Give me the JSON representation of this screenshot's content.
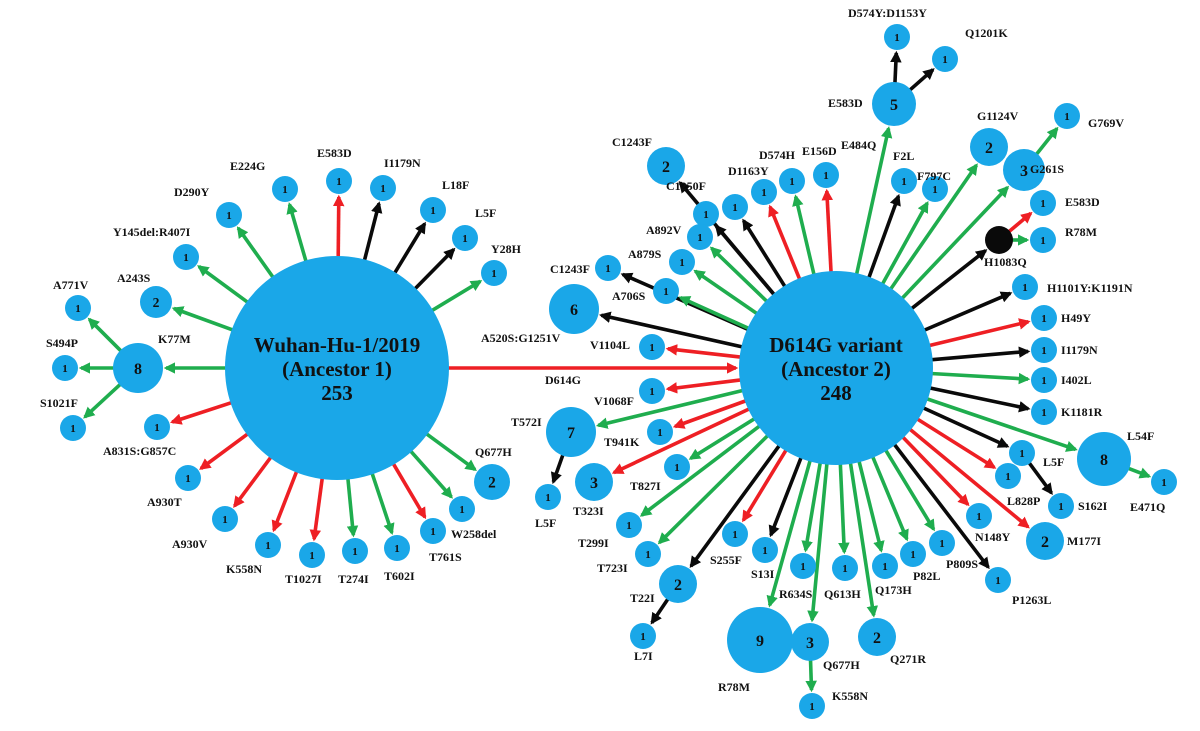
{
  "colors": {
    "node": "#1aa7e8",
    "red": "#ee1f24",
    "green": "#1fad4e",
    "black": "#0a0a0a",
    "hub_text": "#111111"
  },
  "hubs": [
    {
      "id": "W",
      "lines": [
        "Wuhan-Hu-1/2019",
        "(Ancestor 1)",
        "253"
      ]
    },
    {
      "id": "D",
      "lines": [
        "D614G variant",
        "(Ancestor 2)",
        "248"
      ]
    }
  ],
  "nodes": [
    {
      "id": "n_a243s",
      "count": "2",
      "label": "A243S"
    },
    {
      "id": "n_y145",
      "count": "1",
      "label": "Y145del:R407I"
    },
    {
      "id": "n_d290y",
      "count": "1",
      "label": "D290Y"
    },
    {
      "id": "n_e224g",
      "count": "1",
      "label": "E224G"
    },
    {
      "id": "n_e583d_w",
      "count": "1",
      "label": "E583D"
    },
    {
      "id": "n_i1179n_w",
      "count": "1",
      "label": "I1179N"
    },
    {
      "id": "n_l18f",
      "count": "1",
      "label": "L18F"
    },
    {
      "id": "n_l5f_w",
      "count": "1",
      "label": "L5F"
    },
    {
      "id": "n_y28h",
      "count": "1",
      "label": "Y28H"
    },
    {
      "id": "n_k77m",
      "count": "8",
      "label": "K77M"
    },
    {
      "id": "n_a771v",
      "count": "1",
      "label": "A771V"
    },
    {
      "id": "n_s494p",
      "count": "1",
      "label": "S494P"
    },
    {
      "id": "n_s1021f",
      "count": "1",
      "label": "S1021F"
    },
    {
      "id": "n_a831s",
      "count": "1",
      "label": "A831S:G857C"
    },
    {
      "id": "n_a930t",
      "count": "1",
      "label": "A930T"
    },
    {
      "id": "n_a930v",
      "count": "1",
      "label": "A930V"
    },
    {
      "id": "n_k558n_w",
      "count": "1",
      "label": "K558N"
    },
    {
      "id": "n_t1027i",
      "count": "1",
      "label": "T1027I"
    },
    {
      "id": "n_t274i",
      "count": "1",
      "label": "T274I"
    },
    {
      "id": "n_t602i",
      "count": "1",
      "label": "T602I"
    },
    {
      "id": "n_t761s",
      "count": "1",
      "label": "T761S"
    },
    {
      "id": "n_w258del",
      "count": "1",
      "label": "W258del"
    },
    {
      "id": "n_q677h_w",
      "count": "2",
      "label": "Q677H"
    },
    {
      "id": "n_c1243f_top",
      "count": "2",
      "label": "C1243F"
    },
    {
      "id": "n_c1250f",
      "count": "1",
      "label": "C1250F"
    },
    {
      "id": "n_d1163y",
      "count": "1",
      "label": "D1163Y"
    },
    {
      "id": "n_d574h",
      "count": "1",
      "label": "D574H"
    },
    {
      "id": "n_e156d",
      "count": "1",
      "label": "E156D"
    },
    {
      "id": "n_e484q",
      "count": "1",
      "label": "E484Q"
    },
    {
      "id": "n_e583d_5",
      "count": "5",
      "label": "E583D"
    },
    {
      "id": "n_d574y",
      "count": "1",
      "label": "D574Y:D1153Y"
    },
    {
      "id": "n_q1201k",
      "count": "1",
      "label": "Q1201K"
    },
    {
      "id": "n_f2l",
      "count": "1",
      "label": "F2L"
    },
    {
      "id": "n_f797c",
      "count": "1",
      "label": "F797C"
    },
    {
      "id": "n_g1124v",
      "count": "2",
      "label": "G1124V"
    },
    {
      "id": "n_g261s",
      "count": "3",
      "label": "G261S"
    },
    {
      "id": "n_g769v",
      "count": "1",
      "label": "G769V"
    },
    {
      "id": "n_h1083q",
      "count": "",
      "label": "H1083Q"
    },
    {
      "id": "n_e583d_b",
      "count": "1",
      "label": "E583D"
    },
    {
      "id": "n_r78m_b",
      "count": "1",
      "label": "R78M"
    },
    {
      "id": "n_a892v",
      "count": "1",
      "label": "A892V"
    },
    {
      "id": "n_a879s",
      "count": "1",
      "label": "A879S"
    },
    {
      "id": "n_c1243f_mid",
      "count": "1",
      "label": "C1243F"
    },
    {
      "id": "n_a706s",
      "count": "1",
      "label": "A706S"
    },
    {
      "id": "n_a520s",
      "count": "6",
      "label": "A520S:G1251V"
    },
    {
      "id": "n_v1104l",
      "count": "1",
      "label": "V1104L"
    },
    {
      "id": "n_v1068f",
      "count": "1",
      "label": "V1068F"
    },
    {
      "id": "n_t572i",
      "count": "7",
      "label": "T572I"
    },
    {
      "id": "n_l5f_7",
      "count": "1",
      "label": "L5F"
    },
    {
      "id": "n_t941k",
      "count": "1",
      "label": "T941K"
    },
    {
      "id": "n_t827i",
      "count": "1",
      "label": "T827I"
    },
    {
      "id": "n_t323i",
      "count": "3",
      "label": "T323I"
    },
    {
      "id": "n_t299i",
      "count": "1",
      "label": "T299I"
    },
    {
      "id": "n_t723i",
      "count": "1",
      "label": "T723I"
    },
    {
      "id": "n_t22i",
      "count": "2",
      "label": "T22I"
    },
    {
      "id": "n_l7i",
      "count": "1",
      "label": "L7I"
    },
    {
      "id": "n_s255f",
      "count": "1",
      "label": "S255F"
    },
    {
      "id": "n_s13i",
      "count": "1",
      "label": "S13I"
    },
    {
      "id": "n_r78m_9",
      "count": "9",
      "label": "R78M"
    },
    {
      "id": "n_r634s",
      "count": "1",
      "label": "R634S"
    },
    {
      "id": "n_q677h_3",
      "count": "3",
      "label": "Q677H"
    },
    {
      "id": "n_k558n_d",
      "count": "1",
      "label": "K558N"
    },
    {
      "id": "n_q613h",
      "count": "1",
      "label": "Q613H"
    },
    {
      "id": "n_q271r",
      "count": "2",
      "label": "Q271R"
    },
    {
      "id": "n_q173h",
      "count": "1",
      "label": "Q173H"
    },
    {
      "id": "n_p82l",
      "count": "1",
      "label": "P82L"
    },
    {
      "id": "n_p809s",
      "count": "1",
      "label": "P809S"
    },
    {
      "id": "n_p1263l",
      "count": "1",
      "label": "P1263L"
    },
    {
      "id": "n_n148y",
      "count": "1",
      "label": "N148Y"
    },
    {
      "id": "n_m177i",
      "count": "2",
      "label": "M177I"
    },
    {
      "id": "n_l828p",
      "count": "1",
      "label": "L828P"
    },
    {
      "id": "n_l5f_d",
      "count": "1",
      "label": "L5F"
    },
    {
      "id": "n_s162i",
      "count": "1",
      "label": "S162I"
    },
    {
      "id": "n_l54f",
      "count": "8",
      "label": "L54F"
    },
    {
      "id": "n_e471q",
      "count": "1",
      "label": "E471Q"
    },
    {
      "id": "n_k1181r",
      "count": "1",
      "label": "K1181R"
    },
    {
      "id": "n_i402l",
      "count": "1",
      "label": "I402L"
    },
    {
      "id": "n_i1179n_d",
      "count": "1",
      "label": "I1179N"
    },
    {
      "id": "n_h49y",
      "count": "1",
      "label": "H49Y"
    },
    {
      "id": "n_h1101y",
      "count": "1",
      "label": "H1101Y:K1191N"
    },
    {
      "id": "n_d614g",
      "count": "",
      "label": "D614G"
    }
  ],
  "edges": [
    {
      "from": "W",
      "to": "D",
      "color": "red"
    },
    {
      "from": "W",
      "to": "n_a243s",
      "color": "green"
    },
    {
      "from": "W",
      "to": "n_y145",
      "color": "green"
    },
    {
      "from": "W",
      "to": "n_d290y",
      "color": "green"
    },
    {
      "from": "W",
      "to": "n_e224g",
      "color": "green"
    },
    {
      "from": "W",
      "to": "n_e583d_w",
      "color": "red"
    },
    {
      "from": "W",
      "to": "n_i1179n_w",
      "color": "black"
    },
    {
      "from": "W",
      "to": "n_l18f",
      "color": "black"
    },
    {
      "from": "W",
      "to": "n_l5f_w",
      "color": "black"
    },
    {
      "from": "W",
      "to": "n_y28h",
      "color": "green"
    },
    {
      "from": "W",
      "to": "n_k77m",
      "color": "green"
    },
    {
      "from": "n_k77m",
      "to": "n_a771v",
      "color": "green"
    },
    {
      "from": "n_k77m",
      "to": "n_s494p",
      "color": "green"
    },
    {
      "from": "n_k77m",
      "to": "n_s1021f",
      "color": "green"
    },
    {
      "from": "W",
      "to": "n_a831s",
      "color": "red"
    },
    {
      "from": "W",
      "to": "n_a930t",
      "color": "red"
    },
    {
      "from": "W",
      "to": "n_a930v",
      "color": "red"
    },
    {
      "from": "W",
      "to": "n_k558n_w",
      "color": "red"
    },
    {
      "from": "W",
      "to": "n_t1027i",
      "color": "red"
    },
    {
      "from": "W",
      "to": "n_t274i",
      "color": "green"
    },
    {
      "from": "W",
      "to": "n_t602i",
      "color": "green"
    },
    {
      "from": "W",
      "to": "n_t761s",
      "color": "red"
    },
    {
      "from": "W",
      "to": "n_w258del",
      "color": "green"
    },
    {
      "from": "W",
      "to": "n_q677h_w",
      "color": "green"
    },
    {
      "from": "D",
      "to": "n_c1243f_top",
      "color": "black"
    },
    {
      "from": "D",
      "to": "n_c1250f",
      "color": "black"
    },
    {
      "from": "D",
      "to": "n_d1163y",
      "color": "black"
    },
    {
      "from": "D",
      "to": "n_d574h",
      "color": "red"
    },
    {
      "from": "D",
      "to": "n_e156d",
      "color": "green"
    },
    {
      "from": "D",
      "to": "n_e484q",
      "color": "red"
    },
    {
      "from": "D",
      "to": "n_e583d_5",
      "color": "green"
    },
    {
      "from": "n_e583d_5",
      "to": "n_d574y",
      "color": "black"
    },
    {
      "from": "n_e583d_5",
      "to": "n_q1201k",
      "color": "black"
    },
    {
      "from": "D",
      "to": "n_f2l",
      "color": "black"
    },
    {
      "from": "D",
      "to": "n_f797c",
      "color": "green"
    },
    {
      "from": "D",
      "to": "n_g1124v",
      "color": "green"
    },
    {
      "from": "D",
      "to": "n_g261s",
      "color": "green"
    },
    {
      "from": "n_g261s",
      "to": "n_g769v",
      "color": "green"
    },
    {
      "from": "D",
      "to": "n_h1083q",
      "color": "black"
    },
    {
      "from": "n_h1083q",
      "to": "n_e583d_b",
      "color": "red"
    },
    {
      "from": "n_h1083q",
      "to": "n_r78m_b",
      "color": "green"
    },
    {
      "from": "D",
      "to": "n_a892v",
      "color": "green"
    },
    {
      "from": "D",
      "to": "n_a879s",
      "color": "green"
    },
    {
      "from": "D",
      "to": "n_c1243f_mid",
      "color": "black"
    },
    {
      "from": "D",
      "to": "n_a706s",
      "color": "green"
    },
    {
      "from": "D",
      "to": "n_a520s",
      "color": "black"
    },
    {
      "from": "D",
      "to": "n_v1104l",
      "color": "red"
    },
    {
      "from": "D",
      "to": "n_v1068f",
      "color": "red"
    },
    {
      "from": "D",
      "to": "n_t572i",
      "color": "green"
    },
    {
      "from": "n_t572i",
      "to": "n_l5f_7",
      "color": "black"
    },
    {
      "from": "D",
      "to": "n_t941k",
      "color": "red"
    },
    {
      "from": "D",
      "to": "n_t827i",
      "color": "green"
    },
    {
      "from": "D",
      "to": "n_t323i",
      "color": "red"
    },
    {
      "from": "D",
      "to": "n_t299i",
      "color": "green"
    },
    {
      "from": "D",
      "to": "n_t723i",
      "color": "green"
    },
    {
      "from": "D",
      "to": "n_t22i",
      "color": "black"
    },
    {
      "from": "n_t22i",
      "to": "n_l7i",
      "color": "black"
    },
    {
      "from": "D",
      "to": "n_s255f",
      "color": "red"
    },
    {
      "from": "D",
      "to": "n_s13i",
      "color": "black"
    },
    {
      "from": "D",
      "to": "n_r78m_9",
      "color": "green"
    },
    {
      "from": "D",
      "to": "n_r634s",
      "color": "green"
    },
    {
      "from": "D",
      "to": "n_q677h_3",
      "color": "green"
    },
    {
      "from": "n_q677h_3",
      "to": "n_k558n_d",
      "color": "green"
    },
    {
      "from": "D",
      "to": "n_q613h",
      "color": "green"
    },
    {
      "from": "D",
      "to": "n_q271r",
      "color": "green"
    },
    {
      "from": "D",
      "to": "n_q173h",
      "color": "green"
    },
    {
      "from": "D",
      "to": "n_p82l",
      "color": "green"
    },
    {
      "from": "D",
      "to": "n_p809s",
      "color": "green"
    },
    {
      "from": "D",
      "to": "n_p1263l",
      "color": "black"
    },
    {
      "from": "D",
      "to": "n_n148y",
      "color": "red"
    },
    {
      "from": "D",
      "to": "n_m177i",
      "color": "red"
    },
    {
      "from": "D",
      "to": "n_l828p",
      "color": "red"
    },
    {
      "from": "D",
      "to": "n_l5f_d",
      "color": "black"
    },
    {
      "from": "n_l5f_d",
      "to": "n_s162i",
      "color": "black"
    },
    {
      "from": "D",
      "to": "n_l54f",
      "color": "green"
    },
    {
      "from": "n_l54f",
      "to": "n_e471q",
      "color": "green"
    },
    {
      "from": "D",
      "to": "n_k1181r",
      "color": "black"
    },
    {
      "from": "D",
      "to": "n_i402l",
      "color": "green"
    },
    {
      "from": "D",
      "to": "n_i1179n_d",
      "color": "black"
    },
    {
      "from": "D",
      "to": "n_h49y",
      "color": "red"
    },
    {
      "from": "D",
      "to": "n_h1101y",
      "color": "black"
    }
  ]
}
